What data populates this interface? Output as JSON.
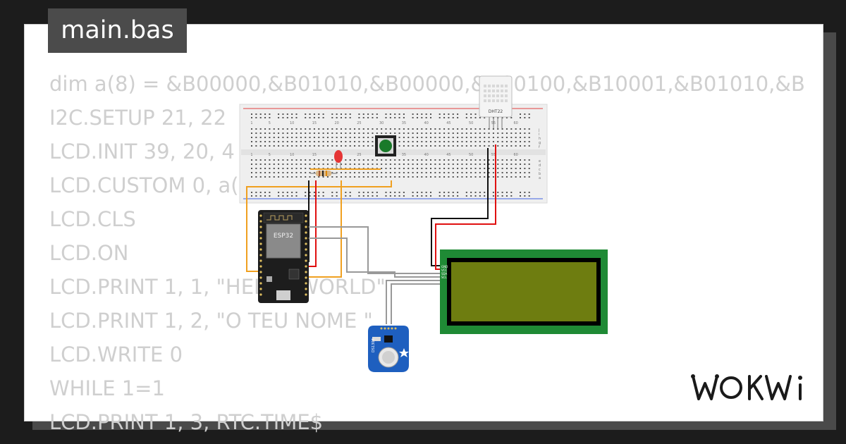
{
  "editor": {
    "filename": "main.bas",
    "code_lines": [
      "dim a(8) = &B00000,&B01010,&B00000,&B00100,&B10001,&B01010,&B",
      "I2C.SETUP 21, 22",
      "LCD.INIT 39, 20, 4",
      "LCD.CUSTOM 0, a()",
      "LCD.CLS",
      "LCD.ON",
      "LCD.PRINT 1, 1, \"HELLO WORLD\"",
      "LCD.PRINT 1, 2, \"O TEU NOME \"",
      "LCD.WRITE 0",
      "WHILE 1=1",
      "  LCD.PRINT 1, 3, RTC.TIME$"
    ]
  },
  "components": {
    "mcu_label": "ESP32",
    "sensor_label": "DHT22",
    "rtc_label": "DS1307",
    "lcd_pins": [
      "GND",
      "VCC",
      "SDA",
      "SCL"
    ],
    "breadboard_numbers": [
      "1",
      "5",
      "10",
      "15",
      "20",
      "25",
      "30",
      "35",
      "40",
      "45",
      "50",
      "55",
      "60"
    ],
    "breadboard_rows_top": [
      "j",
      "i",
      "h",
      "g",
      "f"
    ],
    "breadboard_rows_bottom": [
      "e",
      "d",
      "c",
      "b",
      "a"
    ]
  },
  "brand": {
    "logo_text": "WOKWi"
  },
  "colors": {
    "background": "#1c1c1c",
    "tab": "#4b4b4b",
    "code": "#cfcfcf",
    "lcd_frame": "#1f8a35",
    "lcd_screen": "#6e7d10",
    "esp32": "#1d1d1d",
    "rtc_board": "#1e5fbf",
    "wire_orange": "#f0a020",
    "wire_red": "#e01010",
    "wire_black": "#111111",
    "wire_gray": "#999999"
  }
}
